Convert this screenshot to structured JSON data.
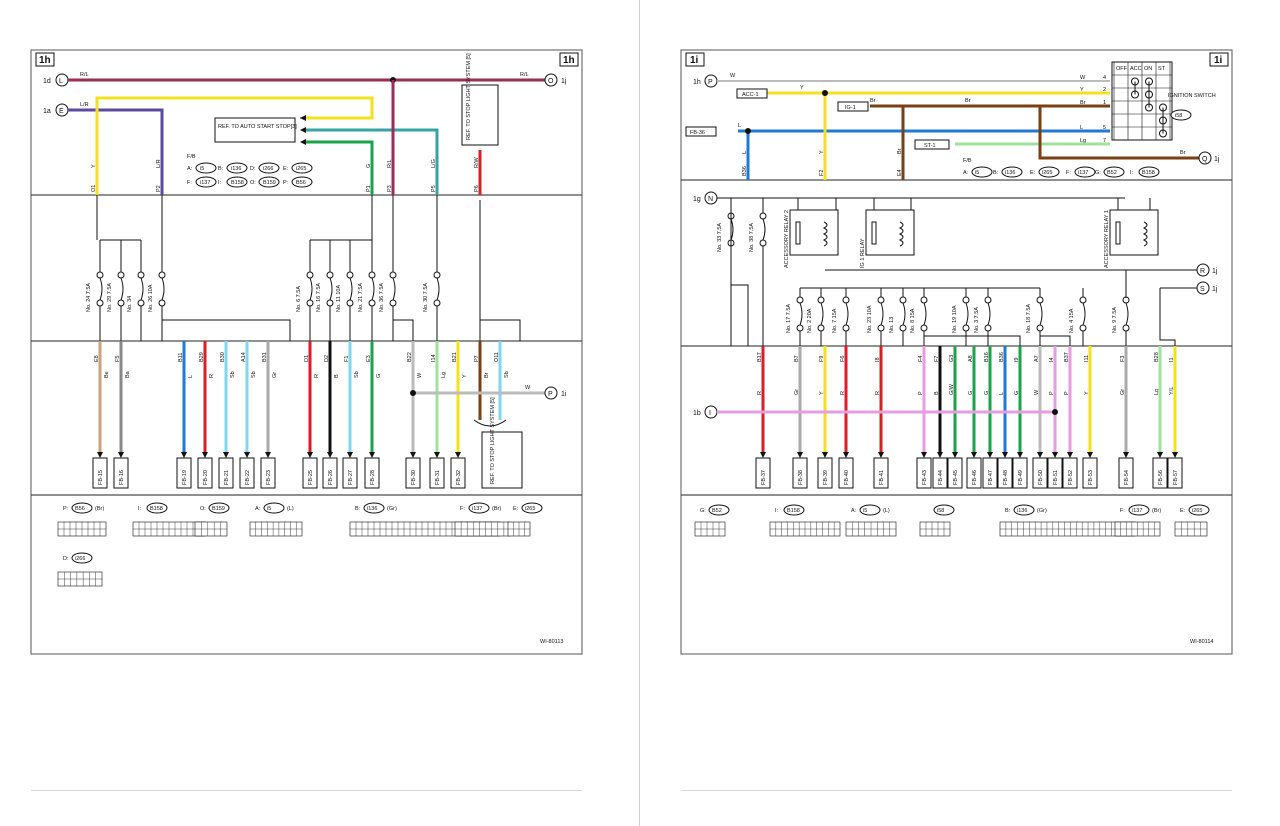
{
  "left": {
    "tag": "1h",
    "tag_right": "1h",
    "diagram_id": "WI-80113",
    "conn_left": [
      {
        "label": "1d",
        "letter": "L"
      },
      {
        "label": "1a",
        "letter": "E"
      }
    ],
    "conn_right": [
      {
        "label": "1j",
        "letter": "O"
      },
      {
        "label": "1i",
        "letter": "P"
      }
    ],
    "top_wires": [
      "R/L",
      "L/R",
      "R/L",
      "W"
    ],
    "refs": [
      "REF. TO AUTO START STOP[3]",
      "REF. TO STOP LIGHT SYSTEM [5]",
      "REF. TO STOP LIGHT SYSTEM [5]"
    ],
    "fb_title": "F/B",
    "fb_map": [
      [
        "A:",
        "i5"
      ],
      [
        "B:",
        "i136"
      ],
      [
        "D:",
        "i266"
      ],
      [
        "E:",
        "i265"
      ],
      [
        "F:",
        "i137"
      ],
      [
        "I:",
        "B158"
      ],
      [
        "O:",
        "B159"
      ],
      [
        "P:",
        "B56"
      ]
    ],
    "upper_pins": [
      [
        "O1",
        "Y"
      ],
      [
        "P2",
        "L/R"
      ],
      [
        "P1",
        "G"
      ],
      [
        "P3",
        "R/L"
      ],
      [
        "P5",
        "L/G"
      ],
      [
        "P6",
        "R/W"
      ]
    ],
    "fuses": [
      "No. 24  7.5A",
      "No. 29  7.5A",
      "No. 34",
      "No. 26  10A",
      "No. 6  7.5A",
      "No. 16  7.5A",
      "No. 11  10A",
      "No. 21  7.5A",
      "No. 36  7.5A",
      "No. 30  7.5A"
    ],
    "lower_pins": [
      [
        "E8",
        "Be"
      ],
      [
        "F5",
        "Ba"
      ],
      [
        "B11",
        "L"
      ],
      [
        "B29",
        "R"
      ],
      [
        "B30",
        "Sb"
      ],
      [
        "A14",
        "Sb"
      ],
      [
        "B31",
        "Gr"
      ],
      [
        "D1",
        "R"
      ],
      [
        "D2",
        "B"
      ],
      [
        "F1",
        "Sb"
      ],
      [
        "E3",
        "G"
      ],
      [
        "B22",
        "W"
      ],
      [
        "I14",
        "Lg"
      ],
      [
        "B21",
        "Y"
      ],
      [
        "P7",
        "Br"
      ],
      [
        "O11",
        "Sb"
      ]
    ],
    "fbs": [
      "FB-15",
      "FB-16",
      "FB-19",
      "FB-20",
      "FB-21",
      "FB-22",
      "FB-23",
      "FB-25",
      "FB-26",
      "FB-27",
      "FB-28",
      "FB-30",
      "FB-31",
      "FB-32"
    ],
    "connectors": [
      [
        "P:",
        "B56",
        "(Br)"
      ],
      [
        "I:",
        "B158",
        ""
      ],
      [
        "O:",
        "B159",
        ""
      ],
      [
        "A:",
        "i5",
        "(L)"
      ],
      [
        "B:",
        "i136",
        "(Gr)"
      ],
      [
        "F:",
        "i137",
        "(Br)"
      ],
      [
        "E:",
        "i265",
        ""
      ],
      [
        "D:",
        "i266",
        ""
      ]
    ]
  },
  "right": {
    "tag": "1i",
    "tag_right": "1i",
    "diagram_id": "WI-80114",
    "conn_left": [
      {
        "label": "1h",
        "letter": "P"
      },
      {
        "label": "1g",
        "letter": "N"
      },
      {
        "label": "1b",
        "letter": "I"
      }
    ],
    "conn_right": [
      {
        "label": "1j",
        "letter": "Q"
      },
      {
        "label": "1j",
        "letter": "R"
      },
      {
        "label": "1j",
        "letter": "S"
      }
    ],
    "boxes": [
      "ACC-1",
      "IG-1",
      "FB-36",
      "ST-1"
    ],
    "switch_cols": [
      "OFF",
      "ACC",
      "ON",
      "ST"
    ],
    "switch_label": "IGNITION SWITCH",
    "switch_conn": "i58",
    "switch_rows": [
      [
        "W",
        "4"
      ],
      [
        "Y",
        "2"
      ],
      [
        "Br",
        "1"
      ],
      [
        "L",
        "5"
      ],
      [
        "Lg",
        "7"
      ]
    ],
    "fb_title": "F/B",
    "fb_map": [
      [
        "A:",
        "i5"
      ],
      [
        "B:",
        "i136"
      ],
      [
        "E:",
        "i265"
      ],
      [
        "F:",
        "i137"
      ],
      [
        "G:",
        "B52"
      ],
      [
        "I:",
        "B158"
      ]
    ],
    "relays": [
      "ACCESSORY RELAY 2",
      "IG 1 RELAY",
      "ACCESSORY RELAY 1"
    ],
    "upper_pins": [
      [
        "B36",
        "L"
      ],
      [
        "F2",
        "Y"
      ],
      [
        "E4",
        "Br"
      ]
    ],
    "fuses": [
      "No. 33  7.5A",
      "No. 38  7.5A",
      "No. 17  7.5A",
      "No. 2  20A",
      "No. 7  15A",
      "No. 23  10A",
      "No. 13",
      "No. 8  15A",
      "No. 19  10A",
      "No. 3  7.5A",
      "No. 18  7.5A",
      "No. 4  15A",
      "No. 9  7.5A"
    ],
    "lower_pins": [
      [
        "B17",
        "R"
      ],
      [
        "B7",
        "Gr"
      ],
      [
        "F9",
        "Y"
      ],
      [
        "F6",
        "R"
      ],
      [
        "I8",
        "R"
      ],
      [
        "F4",
        "P"
      ],
      [
        "F7",
        "B"
      ],
      [
        "G3",
        "G/W"
      ],
      [
        "A8",
        "G"
      ],
      [
        "B16",
        "G"
      ],
      [
        "B36",
        "L"
      ],
      [
        "I9",
        "G"
      ],
      [
        "A7",
        "W"
      ],
      [
        "I4",
        "P"
      ],
      [
        "B37",
        "P"
      ],
      [
        "I11",
        "Y"
      ],
      [
        "F3",
        "Gr"
      ],
      [
        "B28",
        "Lg"
      ],
      [
        "I1",
        "Y/L"
      ]
    ],
    "fbs": [
      "FB-37",
      "FB-38",
      "FB-39",
      "FB-40",
      "FB-41",
      "FB-43",
      "FB-44",
      "FB-45",
      "FB-46",
      "FB-47",
      "FB-48",
      "FB-49",
      "FB-50",
      "FB-51",
      "FB-52",
      "FB-53",
      "FB-54",
      "FB-56",
      "FB-57"
    ],
    "connectors": [
      [
        "G:",
        "B52",
        ""
      ],
      [
        "I:",
        "B158",
        ""
      ],
      [
        "A:",
        "i5",
        "(L)"
      ],
      [
        "",
        "i58",
        ""
      ],
      [
        "B:",
        "i136",
        "(Gr)"
      ],
      [
        "F:",
        "i137",
        "(Br)"
      ],
      [
        "E:",
        "i265",
        ""
      ]
    ]
  },
  "colors": {
    "R": "#d81f26",
    "L": "#1f78d1",
    "Y": "#f0e21c",
    "G": "#1aa34a",
    "B": "#111111",
    "Br": "#7a3f12",
    "Sb": "#7fd6f0",
    "Lg": "#9fe29a",
    "Gr": "#aaaaaa",
    "Be": "#c9a27a",
    "P": "#e79be0",
    "W": "#bbbbbb",
    "purple": "#5b4aa0",
    "maroon": "#9c2b55"
  }
}
